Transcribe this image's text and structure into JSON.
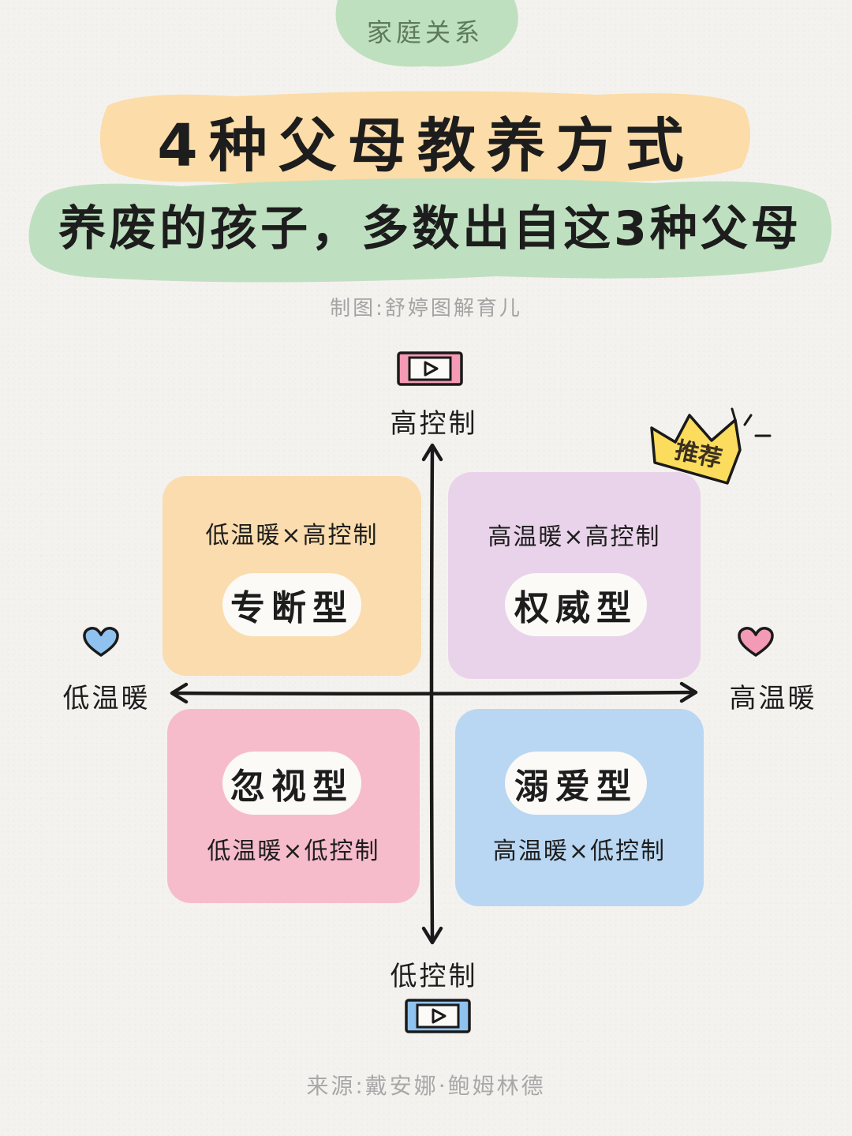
{
  "header": {
    "tag": "家庭关系",
    "title": "4种父母教养方式",
    "subtitle": "养废的孩子，多数出自这3种父母",
    "credit": "制图:舒婷图解育儿"
  },
  "axes": {
    "top": "高控制",
    "bottom": "低控制",
    "left": "低温暖",
    "right": "高温暖"
  },
  "quadrants": {
    "top_left": {
      "desc": "低温暖×高控制",
      "type": "专断型"
    },
    "top_right": {
      "desc": "高温暖×高控制",
      "type": "权威型"
    },
    "bottom_left": {
      "desc": "低温暖×低控制",
      "type": "忽视型"
    },
    "bottom_right": {
      "desc": "高温暖×低控制",
      "type": "溺爱型"
    }
  },
  "badge": {
    "recommend": "推荐"
  },
  "footer": {
    "source": "来源:戴安娜·鲍姆林德"
  },
  "colors": {
    "tag_green": "#bfe0bf",
    "title_yellow": "#fcdca8",
    "subtitle_green": "#bfe0c0",
    "quad_top_left": "#fbdcae",
    "quad_top_right": "#e9d3ea",
    "quad_bottom_left": "#f6bccc",
    "quad_bottom_right": "#b9d7f2",
    "crown_yellow": "#fcdc5c",
    "heart_blue": "#8fc2ee",
    "heart_pink": "#f29ab6",
    "tv_pink": "#f49ab4",
    "tv_blue": "#8fc2ee"
  },
  "icons": [
    "tv-play-icon-pink",
    "tv-play-icon-blue",
    "heart-icon-blue",
    "heart-icon-pink",
    "crown-icon",
    "sparkle-icon"
  ]
}
